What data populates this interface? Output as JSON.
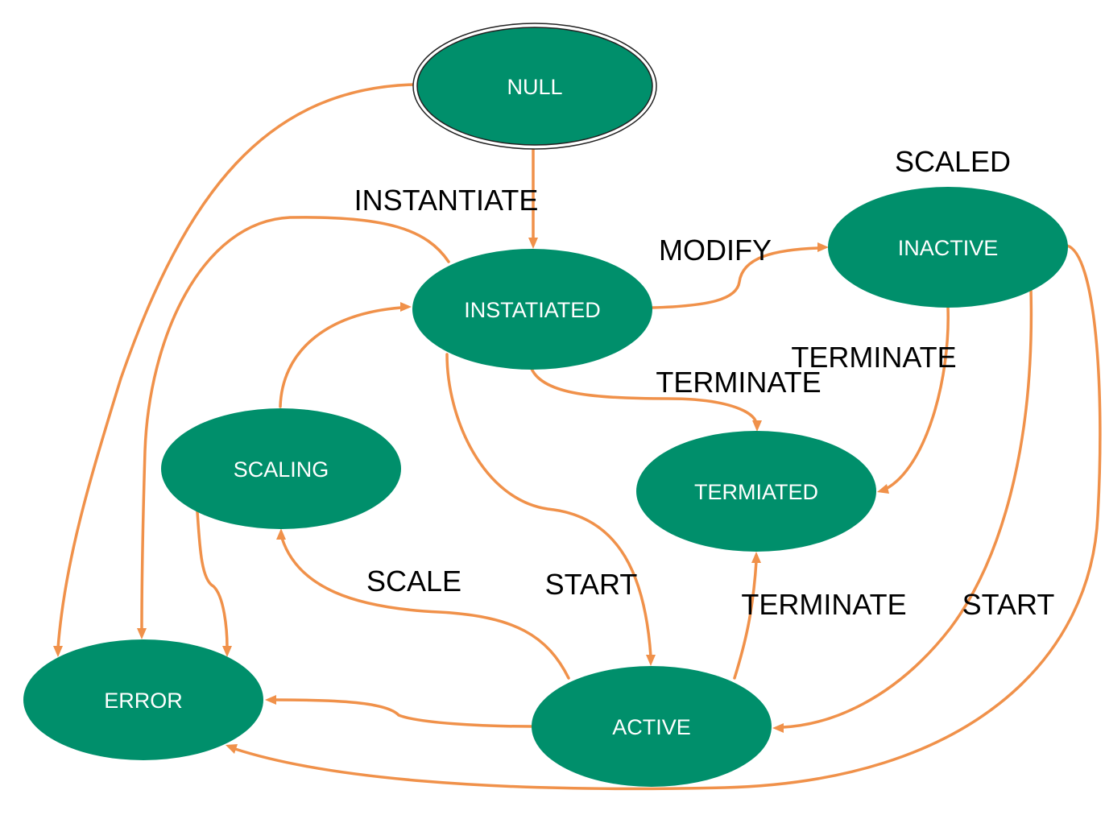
{
  "colors": {
    "node_fill": "#008f6b",
    "edge": "#f0914a",
    "node_text": "#ffffff",
    "label_text": "#000000"
  },
  "nodes": {
    "null": "NULL",
    "instantiated": "INSTATIATED",
    "inactive": "INACTIVE",
    "scaling": "SCALING",
    "terminated": "TERMIATED",
    "error": "ERROR",
    "active": "ACTIVE"
  },
  "labels": {
    "scaled": "SCALED",
    "instantiate": "INSTANTIATE",
    "modify": "MODIFY",
    "terminate_inactive": "TERMINATE",
    "terminate_instantiated": "TERMINATE",
    "scale": "SCALE",
    "start_instantiated": "START",
    "terminate_active": "TERMINATE",
    "start_inactive": "START"
  }
}
